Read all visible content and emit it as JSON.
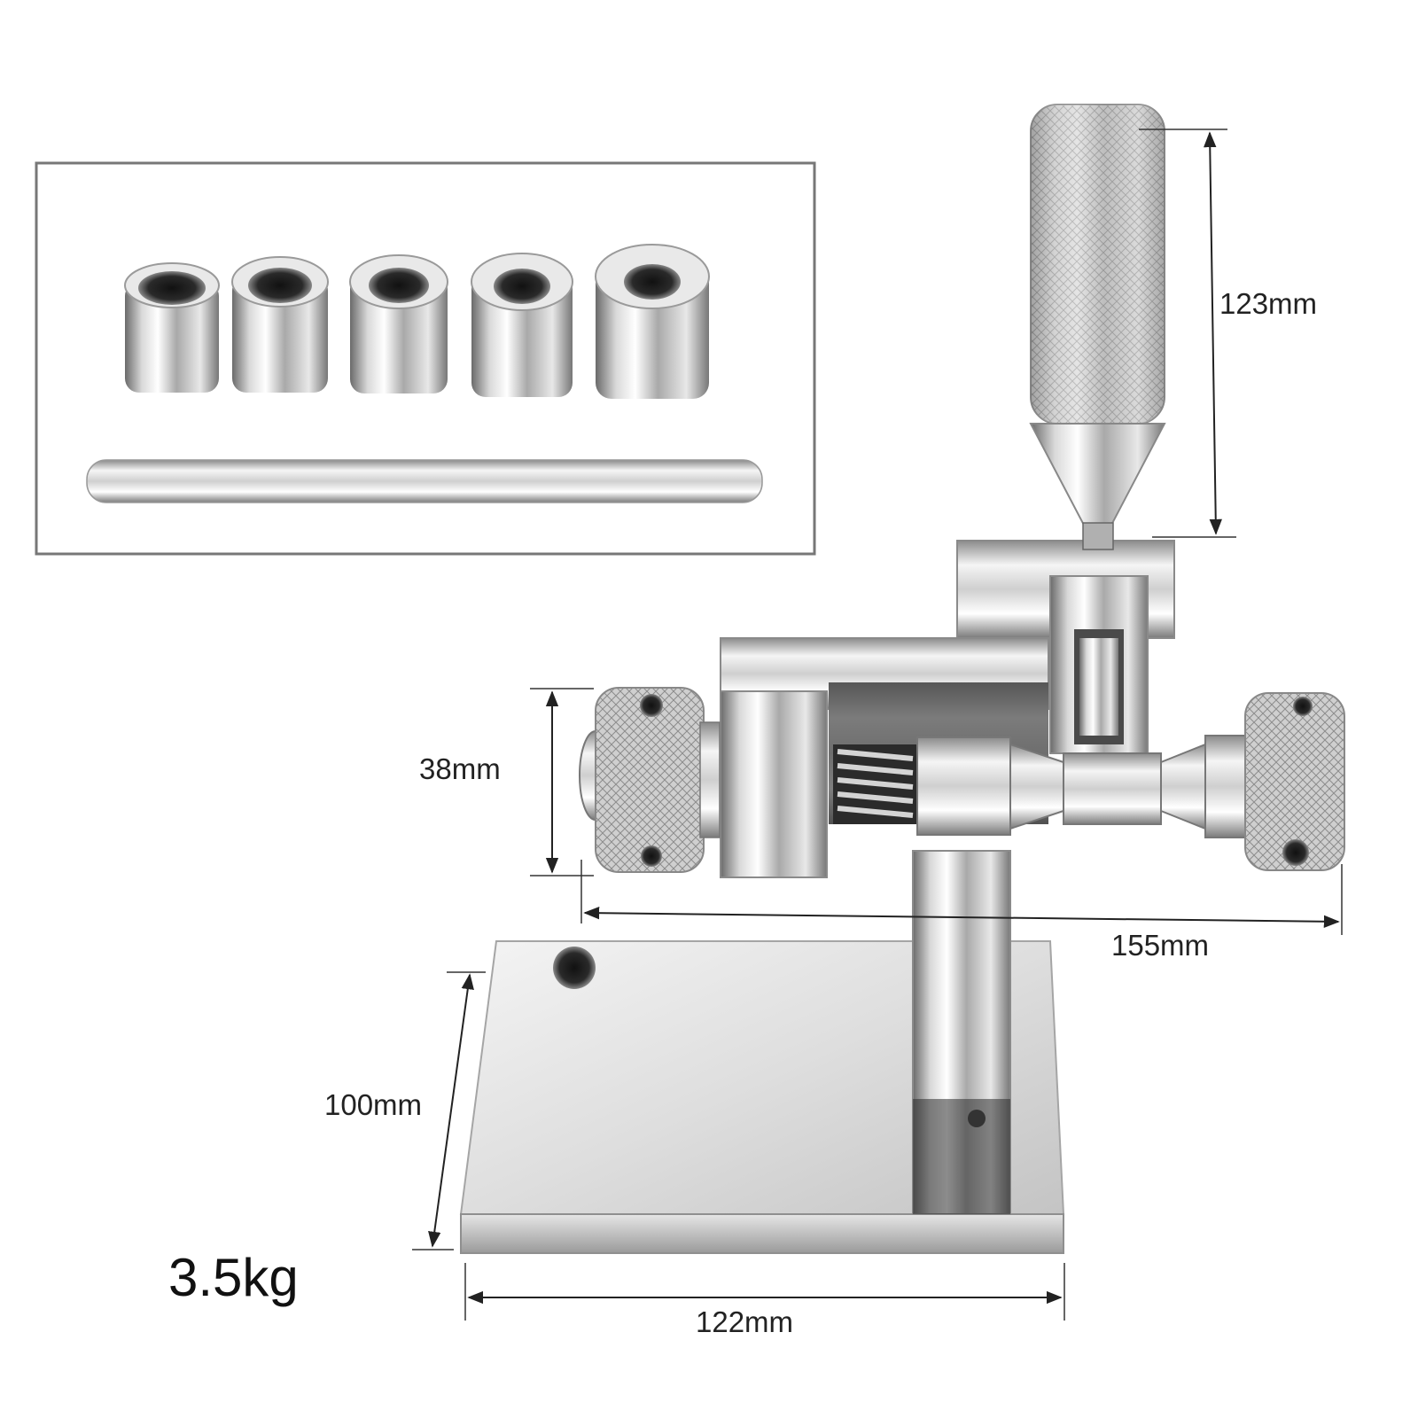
{
  "figure": {
    "dimensions": {
      "handle_height": "123mm",
      "knob_diameter": "38mm",
      "total_width": "155mm",
      "base_depth": "100mm",
      "base_width": "122mm"
    },
    "weight": "3.5kg",
    "accessories": {
      "bushings_count": 5,
      "rod_count": 1
    },
    "colors": {
      "metal_light": "#f2f2f2",
      "metal_mid": "#b8b8b8",
      "metal_dark": "#5a5a5a",
      "inset_border": "#777777",
      "dimension_line": "#222222"
    }
  }
}
